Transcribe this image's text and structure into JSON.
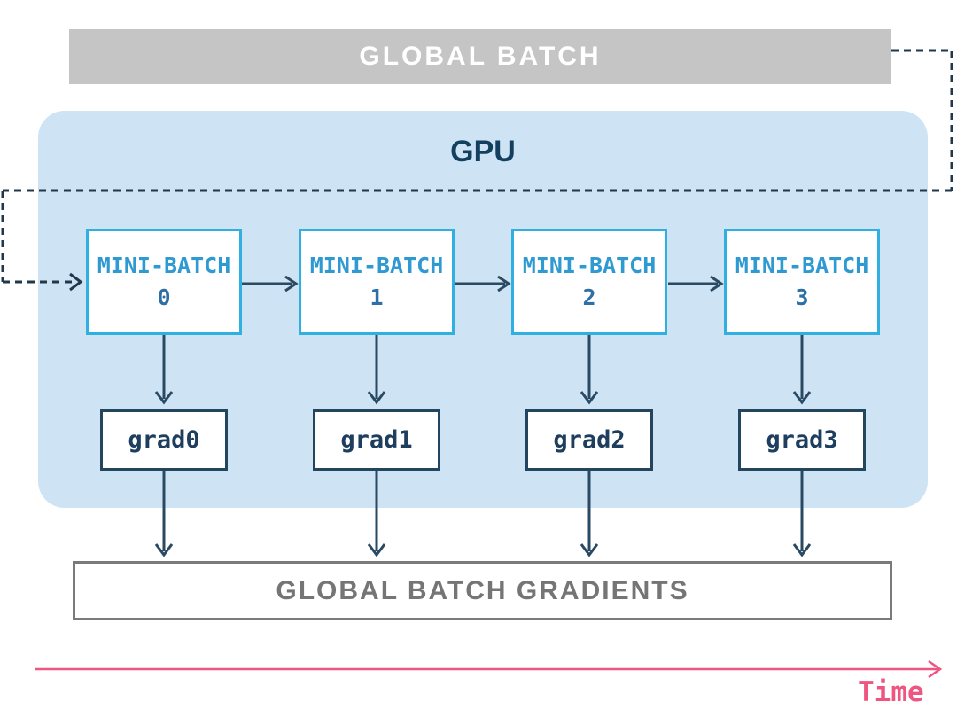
{
  "diagram": {
    "global_batch": {
      "label": "GLOBAL BATCH"
    },
    "gpu": {
      "label": "GPU",
      "mini_batches": [
        {
          "label": "MINI-BATCH",
          "number": "0"
        },
        {
          "label": "MINI-BATCH",
          "number": "1"
        },
        {
          "label": "MINI-BATCH",
          "number": "2"
        },
        {
          "label": "MINI-BATCH",
          "number": "3"
        }
      ],
      "grads": [
        {
          "label": "grad0"
        },
        {
          "label": "grad1"
        },
        {
          "label": "grad2"
        },
        {
          "label": "grad3"
        }
      ]
    },
    "global_batch_gradients": {
      "label": "GLOBAL BATCH GRADIENTS"
    },
    "time_axis": {
      "label": "Time"
    },
    "colors": {
      "gpu_fill": "#cee4f4",
      "global_batch_fill": "#c5c5c5",
      "mini_batch_border": "#30b0e0",
      "mini_batch_text": "#2f9ad2",
      "mini_batch_number": "#2e6fa6",
      "grad_border": "#24455e",
      "grad_text": "#1d3e5e",
      "arrow": "#2a4a63",
      "dashed_line": "#22384a",
      "gradients_border": "#7a7a7a",
      "gradients_text": "#757575",
      "time_accent": "#ee5580"
    }
  }
}
